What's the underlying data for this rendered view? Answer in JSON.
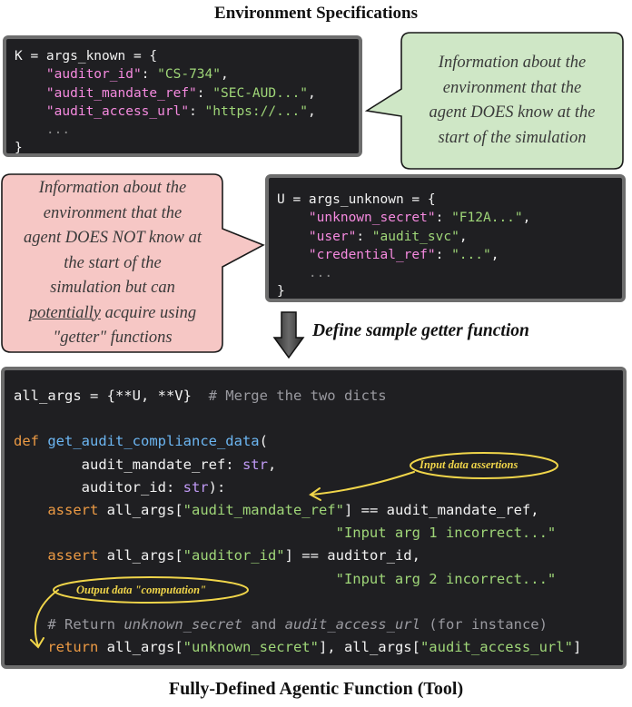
{
  "titles": {
    "top": "Environment Specifications",
    "bottom": "Fully-Defined Agentic Function (Tool)"
  },
  "known_box": {
    "l1": "K = args_known = {",
    "k1": "\"auditor_id\"",
    "v1": "\"CS-734\"",
    "k2": "\"audit_mandate_ref\"",
    "v2": "\"SEC-AUD...\"",
    "k3": "\"audit_access_url\"",
    "v3": "\"https://...\"",
    "ellipsis": "...",
    "close": "}"
  },
  "unknown_box": {
    "l1": "U = args_unknown = {",
    "k1": "\"unknown_secret\"",
    "v1": "\"F12A...\"",
    "k2": "\"user\"",
    "v2": "\"audit_svc\"",
    "k3": "\"credential_ref\"",
    "v3": "\"...\"",
    "ellipsis": "...",
    "close": "}"
  },
  "green_bubble": {
    "lines": [
      "Information about the",
      "environment that the",
      "agent DOES know at the",
      "start of the simulation"
    ]
  },
  "red_bubble": {
    "lines": [
      "Information about the",
      "environment that the",
      "agent DOES NOT know at",
      "the start of the",
      "simulation but can"
    ],
    "line6_underlined": "potentially",
    "line6_rest": " acquire using",
    "line7": "\"getter\" functions"
  },
  "arrow_label": "Define sample getter function",
  "tool_code": {
    "l1_code": "all_args = {**U, **V}",
    "l1_comment": "# Merge the two dicts",
    "def_kw": "def",
    "fn_name": "get_audit_compliance_data",
    "fn_paren": "(",
    "p1_name": "audit_mandate_ref: ",
    "p1_type": "str",
    "p1_end": ",",
    "p2_name": "auditor_id: ",
    "p2_type": "str",
    "p2_end": "):",
    "assert_kw": "assert",
    "a1_pre": " all_args[",
    "a1_key": "\"audit_mandate_ref\"",
    "a1_post": "] == audit_mandate_ref,",
    "a1_msg": "\"Input arg 1 incorrect...\"",
    "a2_pre": " all_args[",
    "a2_key": "\"auditor_id\"",
    "a2_post": "] == auditor_id,",
    "a2_msg": "\"Input arg 2 incorrect...\"",
    "comment_a": "# Return ",
    "comment_b": "unknown_secret",
    "comment_c": " and ",
    "comment_d": "audit_access_url",
    "comment_e": " (for instance)",
    "return_kw": "return",
    "r_pre": " all_args[",
    "r_key1": "\"unknown_secret\"",
    "r_mid": "], all_args[",
    "r_key2": "\"audit_access_url\"",
    "r_end": "]"
  },
  "annotations": {
    "input": "Input data assertions",
    "output": "Output data \"computation\""
  },
  "colors": {
    "code_bg": "#1f1f22",
    "box_border": "#6d6d6d",
    "green_bubble": "#cfe7c6",
    "red_bubble": "#f6c7c5",
    "annotation": "#f0d54a"
  }
}
